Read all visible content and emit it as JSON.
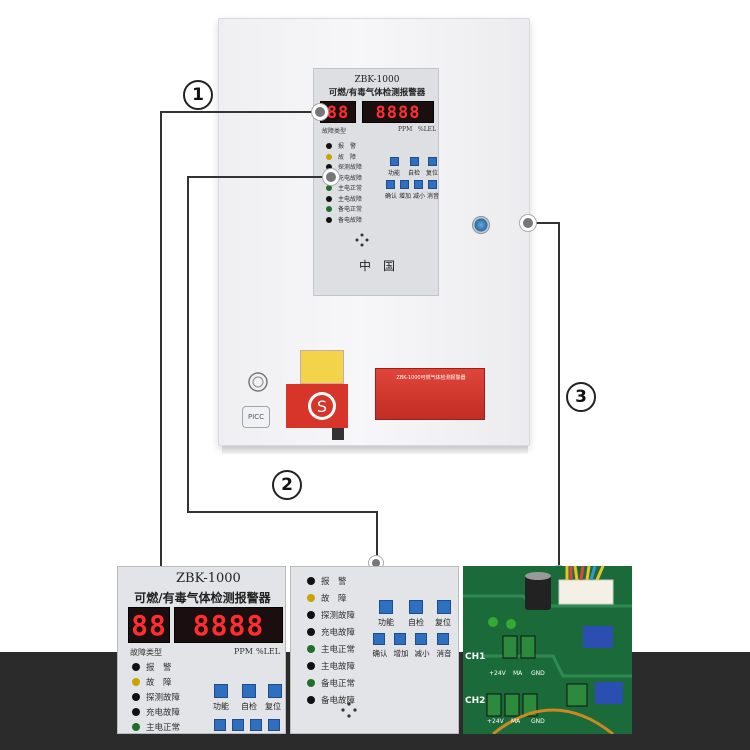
{
  "panel": {
    "model": "ZBK-1000",
    "title": "可燃/有毒气体检测报警器",
    "fault_type_label": "故障类型",
    "ppm_label": "PPM",
    "lel_label": "%LEL",
    "fault_display": "88",
    "main_display": "8888",
    "indicators": [
      "报　警",
      "故　障",
      "探测故障",
      "充电故障",
      "主电正常",
      "主电故障",
      "备电正常",
      "备电故障"
    ],
    "keys_row1": [
      "功能",
      "自检",
      "复位"
    ],
    "keys_row2": [
      "确认",
      "增加",
      "减小",
      "消音"
    ],
    "brand_text": "中　国"
  },
  "callouts": [
    "1",
    "2",
    "3"
  ],
  "certs": {
    "picc_text": "PICC",
    "nameplate_text": "ZBK-1000可燃气体检测报警器"
  },
  "zoom1": {
    "model": "ZBK-1000",
    "title": "可燃/有毒气体检测报警器",
    "fault_type_label": "故障类型",
    "ppm_label": "PPM",
    "lel_label": "%LEL",
    "indicators": [
      "报　警",
      "故　障",
      "探测故障",
      "充电故障",
      "主电正常"
    ],
    "keys_row1": [
      "功能",
      "自检",
      "复位"
    ]
  },
  "zoom2": {
    "indicators": [
      "报　警",
      "故　障",
      "探测故障",
      "充电故障",
      "主电正常",
      "主电故障",
      "备电正常",
      "备电故障"
    ],
    "keys_row1": [
      "功能",
      "自检",
      "复位"
    ],
    "keys_row2": [
      "确认",
      "增加",
      "减小",
      "消音"
    ]
  },
  "zoom3": {
    "ch1": "CH1",
    "ch2": "CH2",
    "term1": [
      "+24V",
      "MA",
      "GND"
    ],
    "term2": [
      "+24V",
      "MA",
      "GND"
    ]
  },
  "colors": {
    "display_red": "#ff2d2d",
    "key_blue": "#2f6fbf",
    "band": "#2b2b2b",
    "pcb_green": "#1b6b3a"
  }
}
